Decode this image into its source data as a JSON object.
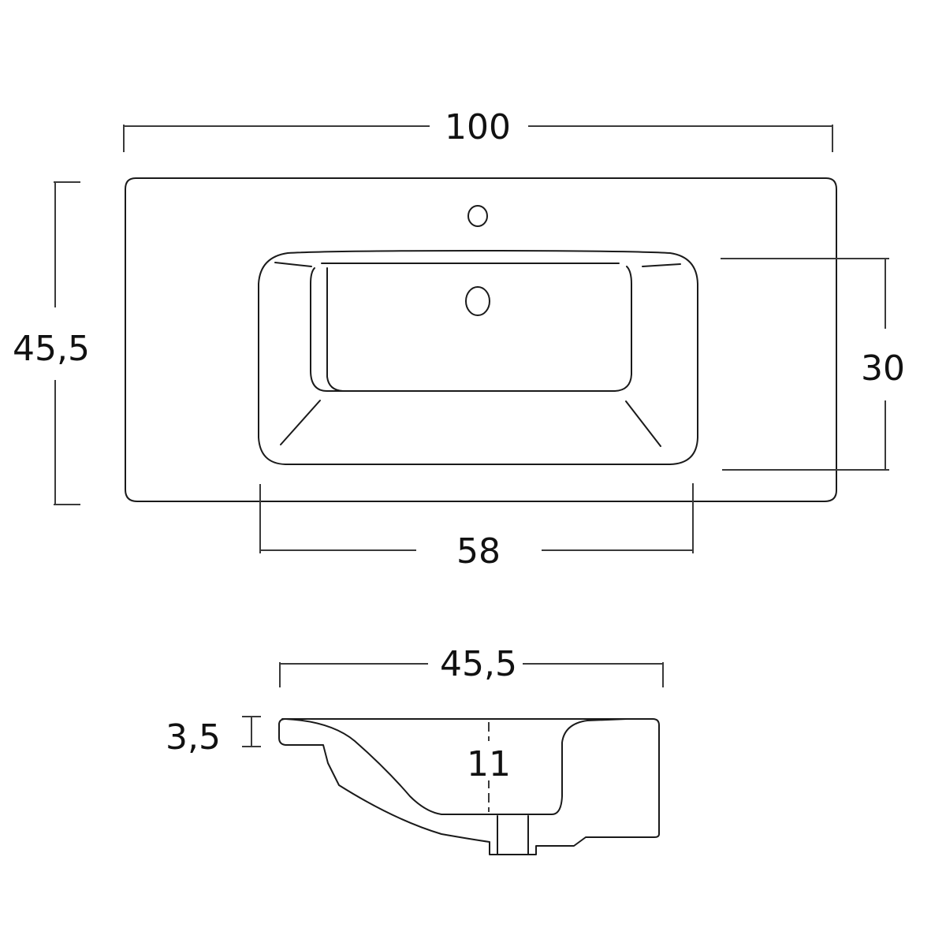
{
  "diagram": {
    "subject": "Washbasin technical drawing",
    "top_view": {
      "overall_width": "100",
      "overall_depth": "45,5",
      "basin_width": "58",
      "basin_depth": "30"
    },
    "side_view": {
      "overall_depth": "45,5",
      "rim_thickness": "3,5",
      "basin_height": "11"
    },
    "colors": {
      "line": "#1a1a1a",
      "dimension": "#3a3a3a",
      "background": "#ffffff"
    }
  }
}
